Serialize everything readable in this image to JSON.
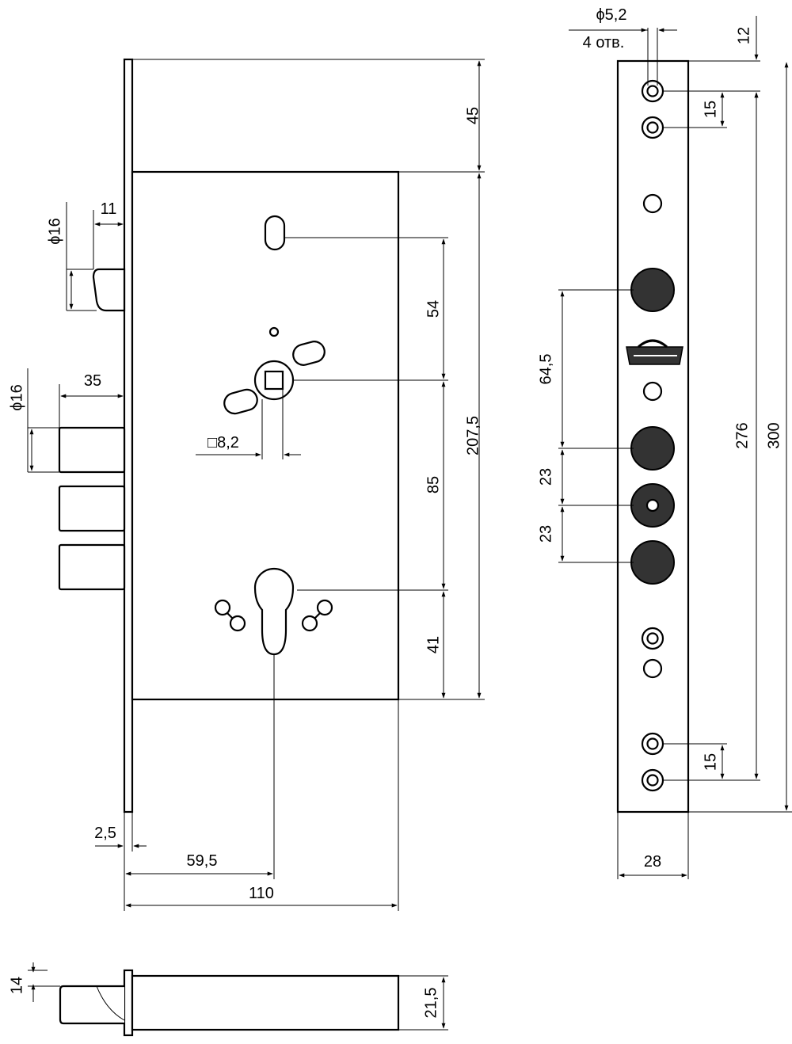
{
  "front_view": {
    "dim_top_offset": "45",
    "dim_latch_diameter": "ϕ16",
    "dim_latch_projection": "11",
    "dim_bolt_diameter": "ϕ16",
    "dim_bolt_projection": "35",
    "dim_upper_spacing": "54",
    "dim_square_spindle": "□8,2",
    "dim_middle_spacing": "85",
    "dim_body_height": "207,5",
    "dim_lower_spacing": "41",
    "dim_faceplate_thickness": "2,5",
    "dim_backset": "59,5",
    "dim_body_depth": "110"
  },
  "faceplate_view": {
    "dim_hole_diameter": "ϕ5,2",
    "dim_hole_count": "4 отв.",
    "dim_top_margin": "12",
    "dim_top_hole_spacing": "15",
    "dim_bolt_to_bolt": "64,5",
    "dim_bolt_spacing_1": "23",
    "dim_bolt_spacing_2": "23",
    "dim_hole_span": "276",
    "dim_faceplate_length": "300",
    "dim_bottom_hole_spacing": "15",
    "dim_faceplate_width": "28"
  },
  "section_view": {
    "dim_bolt_height": "14",
    "dim_body_thickness": "21,5"
  },
  "colors": {
    "line": "#000000",
    "bolt_fill": "#333333",
    "paper": "#ffffff"
  }
}
